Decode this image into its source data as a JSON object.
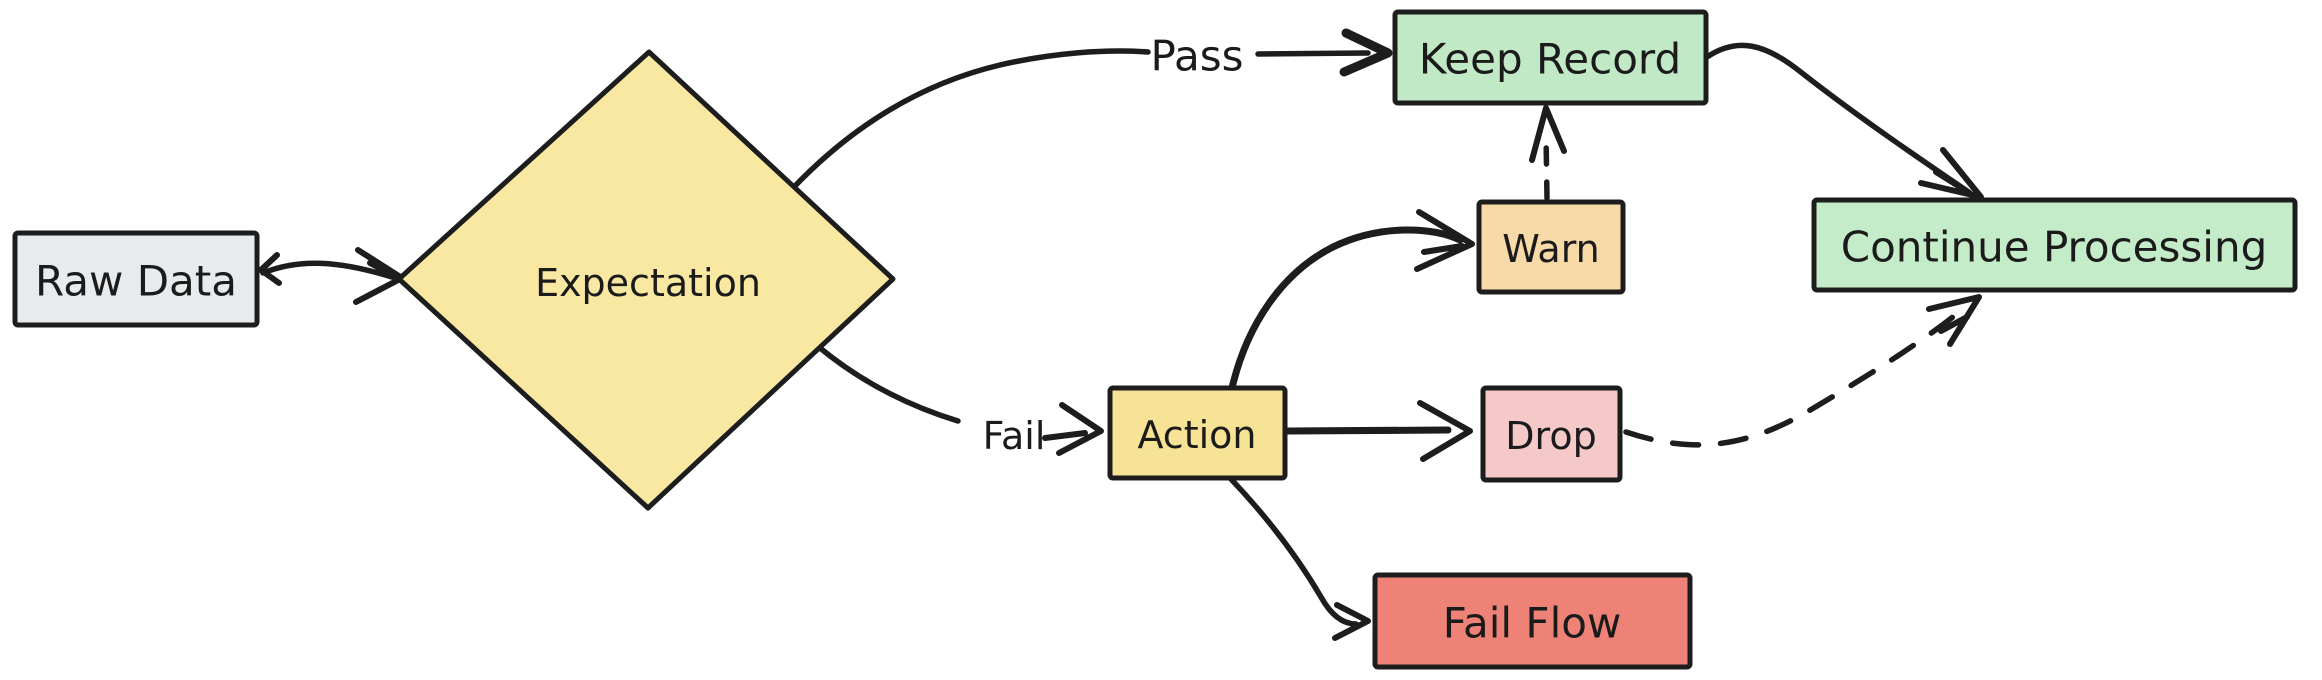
{
  "diagram": {
    "type": "flowchart",
    "background": "#ffffff",
    "stroke_color": "#1d1d1d",
    "text_color": "#1b1b1b"
  },
  "nodes": {
    "raw_data": {
      "label": "Raw Data",
      "shape": "rectangle",
      "fill": "#e8ebee"
    },
    "expectation": {
      "label": "Expectation",
      "shape": "diamond",
      "fill": "#f8e8a2"
    },
    "keep_record": {
      "label": "Keep Record",
      "shape": "rectangle",
      "fill": "#c1e9c5"
    },
    "warn": {
      "label": "Warn",
      "shape": "rectangle",
      "fill": "#f8d9a8"
    },
    "action": {
      "label": "Action",
      "shape": "rectangle",
      "fill": "#f6e396"
    },
    "drop": {
      "label": "Drop",
      "shape": "rectangle",
      "fill": "#f4c9c7"
    },
    "fail_flow": {
      "label": "Fail Flow",
      "shape": "rectangle",
      "fill": "#ee8277"
    },
    "continue_processing": {
      "label": "Continue Processing",
      "shape": "rectangle",
      "fill": "#c5ecc8"
    }
  },
  "edges": [
    {
      "from": "Raw Data",
      "to": "Expectation",
      "label": "",
      "style": "solid"
    },
    {
      "from": "Expectation",
      "to": "Keep Record",
      "label": "Pass",
      "style": "solid"
    },
    {
      "from": "Expectation",
      "to": "Action",
      "label": "Fail",
      "style": "solid"
    },
    {
      "from": "Keep Record",
      "to": "Continue Processing",
      "label": "",
      "style": "solid"
    },
    {
      "from": "Action",
      "to": "Warn",
      "label": "",
      "style": "solid"
    },
    {
      "from": "Action",
      "to": "Drop",
      "label": "",
      "style": "solid"
    },
    {
      "from": "Action",
      "to": "Fail Flow",
      "label": "",
      "style": "solid"
    },
    {
      "from": "Warn",
      "to": "Keep Record",
      "label": "",
      "style": "dashed"
    },
    {
      "from": "Drop",
      "to": "Continue Processing",
      "label": "",
      "style": "dashed"
    }
  ]
}
